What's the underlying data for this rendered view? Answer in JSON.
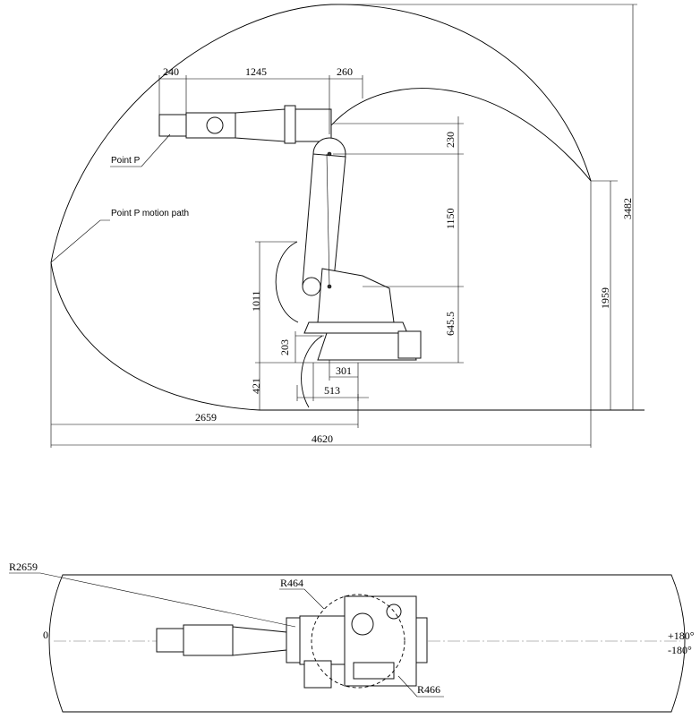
{
  "side_view": {
    "labels": {
      "point_p": "Point P",
      "motion_path": "Point P motion path"
    },
    "dimensions": {
      "d240": "240",
      "d1245": "1245",
      "d260": "260",
      "d230": "230",
      "d1150": "1150",
      "d645": "645.5",
      "d1011": "1011",
      "d203": "203",
      "d421": "421",
      "d301": "301",
      "d513": "513",
      "d2659": "2659",
      "d4620": "4620",
      "d1959": "1959",
      "d3482": "3482"
    }
  },
  "top_view": {
    "labels": {
      "r2659": "R2659",
      "r464": "R464",
      "r466": "R466",
      "zero": "0",
      "plus180": "+180°",
      "minus180": "-180°"
    }
  }
}
